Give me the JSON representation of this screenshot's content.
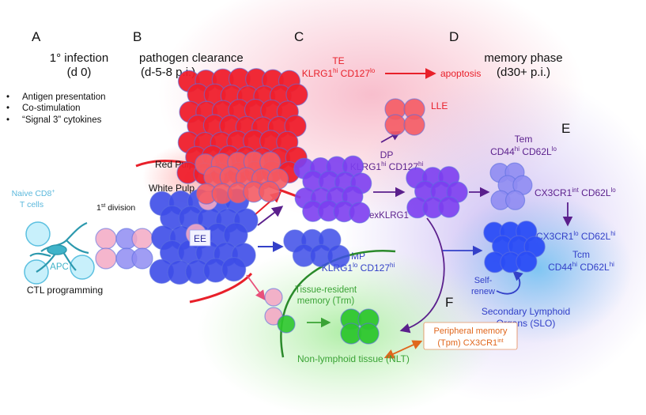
{
  "panels": {
    "a": "A",
    "b": "B",
    "c": "C",
    "d": "D",
    "e": "E",
    "f": "F"
  },
  "infection": {
    "title": "1° infection",
    "time": "(d 0)"
  },
  "bullets": [
    "Antigen presentation",
    "Co-stimulation",
    "“Signal 3” cytokines"
  ],
  "clearance": {
    "title": "pathogen clearance",
    "time": "(d-5-8 p.i.)"
  },
  "te": {
    "name": "TE",
    "marker_prefix": "KLRG1",
    "sup1": "hi",
    "marker_mid": " CD127",
    "sup2": "lo"
  },
  "apoptosis": "apoptosis",
  "memory": {
    "title": "memory phase",
    "time": "(d30+ p.i.)"
  },
  "lle": "LLE",
  "dp": {
    "name": "DP",
    "marker_prefix": "KLRG1",
    "sup1": "hi",
    "marker_mid": " CD127",
    "sup2": "hi"
  },
  "tem": {
    "name": "Tem",
    "marker_prefix": "CD44",
    "sup1": "hi",
    "marker_mid": " CD62L",
    "sup2": "lo"
  },
  "cx3cr1_int": {
    "prefix": "CX3CR1",
    "sup1": "int",
    "mid": " CD62L",
    "sup2": "lo"
  },
  "red_pulp": "Red Pulp",
  "white_pulp": "White Pulp",
  "naive": {
    "line1": "Naive CD8",
    "sup": "+",
    "line2": "T cells"
  },
  "first_division": {
    "prefix": "1",
    "sup": "st",
    "suffix": " division"
  },
  "ee": "EE",
  "apc": "APC",
  "exklrg1": "exKLRG1",
  "mp": {
    "name": "MP",
    "marker_prefix": "KLRG1",
    "sup1": "lo",
    "marker_mid": " CD127",
    "sup2": "hi"
  },
  "cx3cr1_lo": {
    "prefix": "CX3CR1",
    "sup1": "lo",
    "mid": " CD62L",
    "sup2": "hi"
  },
  "tcm": {
    "name": "Tcm",
    "prefix": "CD44",
    "sup1": "hi",
    "mid": " CD62L",
    "sup2": "hi"
  },
  "ctl": "CTL programming",
  "trm": {
    "line1": "Tissue-resident",
    "line2": "memory (Trm)"
  },
  "self_renew": {
    "line1": "Self-",
    "line2": "renew"
  },
  "slo": {
    "line1": "Secondary Lymphoid",
    "line2": "Organs (SLO)"
  },
  "tpm": {
    "line1": "Peripheral memory",
    "line2_prefix": "(Tpm) CX3CR1",
    "sup": "int"
  },
  "nlt": "Non-lymphoid tissue (NLT)",
  "colors": {
    "red": "#e8202a",
    "purple": "#5a1f8c",
    "blue": "#3340c8",
    "green": "#3aa335",
    "orange": "#e0661c",
    "cyan": "#5bc0e0"
  }
}
